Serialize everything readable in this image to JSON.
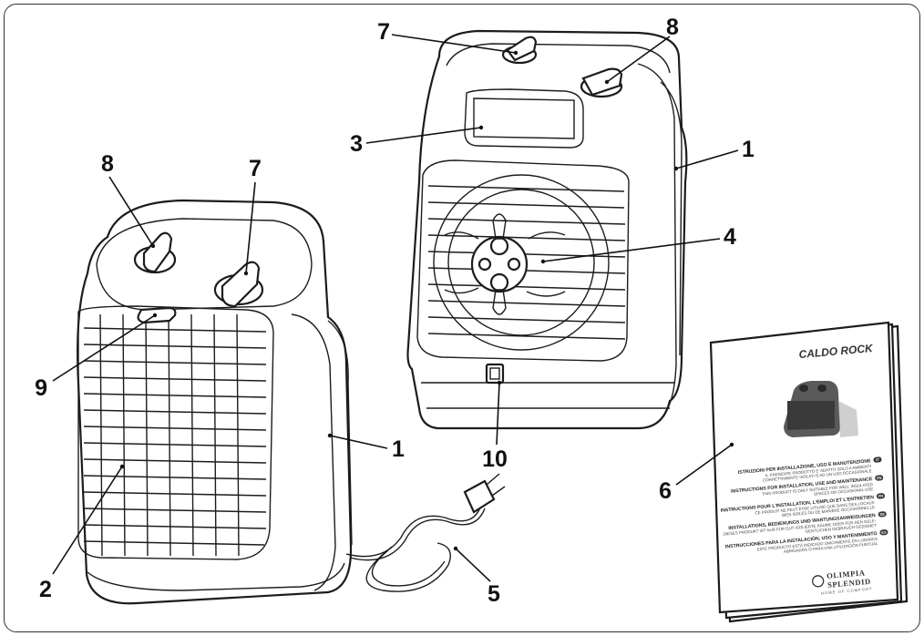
{
  "callouts": [
    {
      "id": "c1a",
      "label": "1",
      "part": "body"
    },
    {
      "id": "c1b",
      "label": "1",
      "part": "body"
    },
    {
      "id": "c2",
      "label": "2",
      "part": "air-outlet-grille"
    },
    {
      "id": "c3",
      "label": "3",
      "part": "carry-handle"
    },
    {
      "id": "c4",
      "label": "4",
      "part": "rear-air-intake-grille"
    },
    {
      "id": "c5",
      "label": "5",
      "part": "power-cord-and-plug"
    },
    {
      "id": "c6",
      "label": "6",
      "part": "instruction-manual"
    },
    {
      "id": "c7a",
      "label": "7",
      "part": "thermostat-knob"
    },
    {
      "id": "c7b",
      "label": "7",
      "part": "thermostat-knob"
    },
    {
      "id": "c8a",
      "label": "8",
      "part": "function-selector-knob"
    },
    {
      "id": "c8b",
      "label": "8",
      "part": "function-selector-knob"
    },
    {
      "id": "c9",
      "label": "9",
      "part": "indicator-light"
    },
    {
      "id": "c10",
      "label": "10",
      "part": "safety-tip-over-switch"
    }
  ],
  "manual": {
    "title": "CALDO ROCK",
    "sections": [
      {
        "lang": "IT",
        "heading": "ISTRUZIONI PER INSTALLAZIONE, USO E MANUTENZIONE",
        "lines": [
          "IL PRESENTE PRODOTTO E' ADATTO SOLO A AMBIENTI",
          "CORRETTAMENTE ISOLATI O AD UN USO OCCASIONALE"
        ]
      },
      {
        "lang": "EN",
        "heading": "INSTRUCTIONS FOR INSTALLATION, USE AND MAINTENANCE",
        "lines": [
          "THIS PRODUCT IS ONLY SUITABLE FOR WELL INSULATED",
          "SPACES OR OCCASIONAL USE"
        ]
      },
      {
        "lang": "FR",
        "heading": "INSTRUCTIONS POUR L'INSTALLATION, L'EMPLOI ET L'ENTRETIEN",
        "lines": [
          "CE PRODUIT NE PEUT ÊTRE UTILISÉ QUE DANS DES LOCAUX",
          "BIEN ISOLÉS OU DE MANIÈRE OCCASIONNELLE"
        ]
      },
      {
        "lang": "DE",
        "heading": "INSTALLATIONS, BEDIENUNGS UND WARTUNGSANWEISUNGEN",
        "lines": [
          "DIESES PRODUKT IST NUR FÜR GUT ISOLIERTE RÄUME ODER FÜR DEN GELE-",
          "GENTLICHEN GEBRAUCH GEEIGNET"
        ]
      },
      {
        "lang": "ES",
        "heading": "INSTRUCCIONES PARA LA INSTALACIÓN, USO Y MANTENIMIENTO",
        "lines": [
          "ESTE PRODUCTO ESTÁ INDICADO ÚNICAMENTE EN LUGARES",
          "ABRIGADOS O PARA UNA UTILIZACIÓN PUNTUAL"
        ]
      }
    ],
    "brand_line1": "OLIMPIA",
    "brand_line2": "SPLENDID",
    "brand_tagline": "HOME OF COMFORT"
  }
}
